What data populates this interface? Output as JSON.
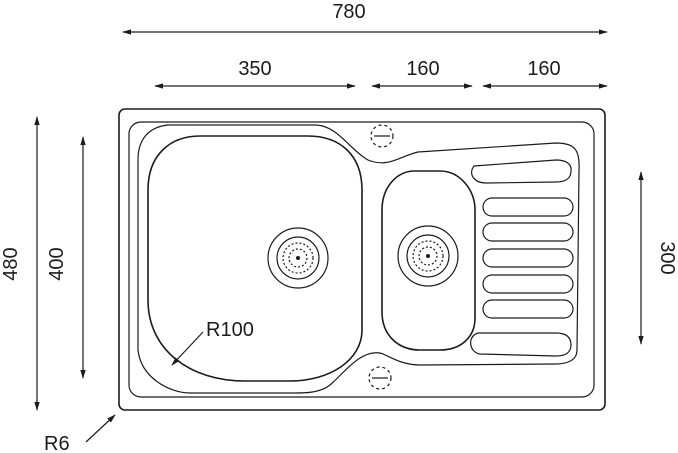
{
  "dimensions": {
    "overall_width": "780",
    "main_bowl_width": "350",
    "small_bowl_width": "160",
    "drainer_width": "160",
    "overall_depth": "480",
    "inner_depth": "400",
    "small_bowl_depth": "300",
    "bowl_radius": "R100",
    "corner_radius": "R6"
  }
}
